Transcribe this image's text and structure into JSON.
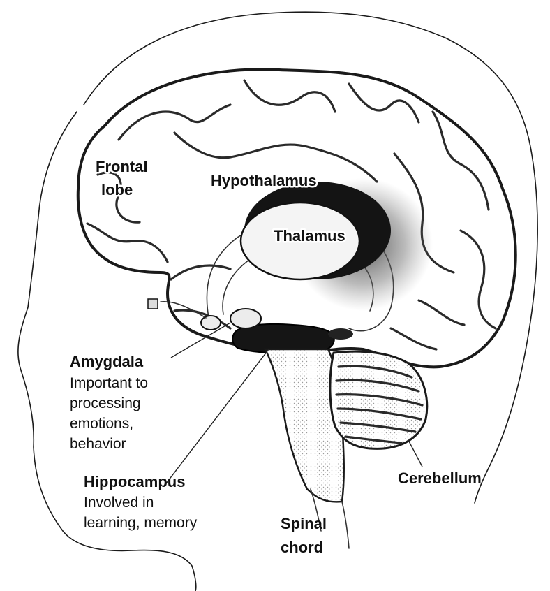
{
  "labels": {
    "frontal_lobe": [
      "Frontal",
      "lobe"
    ],
    "hypothalamus": "Hypothalamus",
    "thalamus": "Thalamus",
    "amygdala": {
      "name": "Amygdala",
      "description": [
        "Important to",
        "processing",
        "emotions,",
        "behavior"
      ]
    },
    "hippocampus": {
      "name": "Hippocampus",
      "description": [
        "Involved in",
        "learning, memory"
      ]
    },
    "cerebellum": "Cerebellum",
    "spinal_chord": [
      "Spinal",
      "chord"
    ]
  },
  "colors": {
    "ink": "#111111",
    "stipple": "#b8b8b8",
    "dark_region": "#141414",
    "background": "#ffffff"
  }
}
